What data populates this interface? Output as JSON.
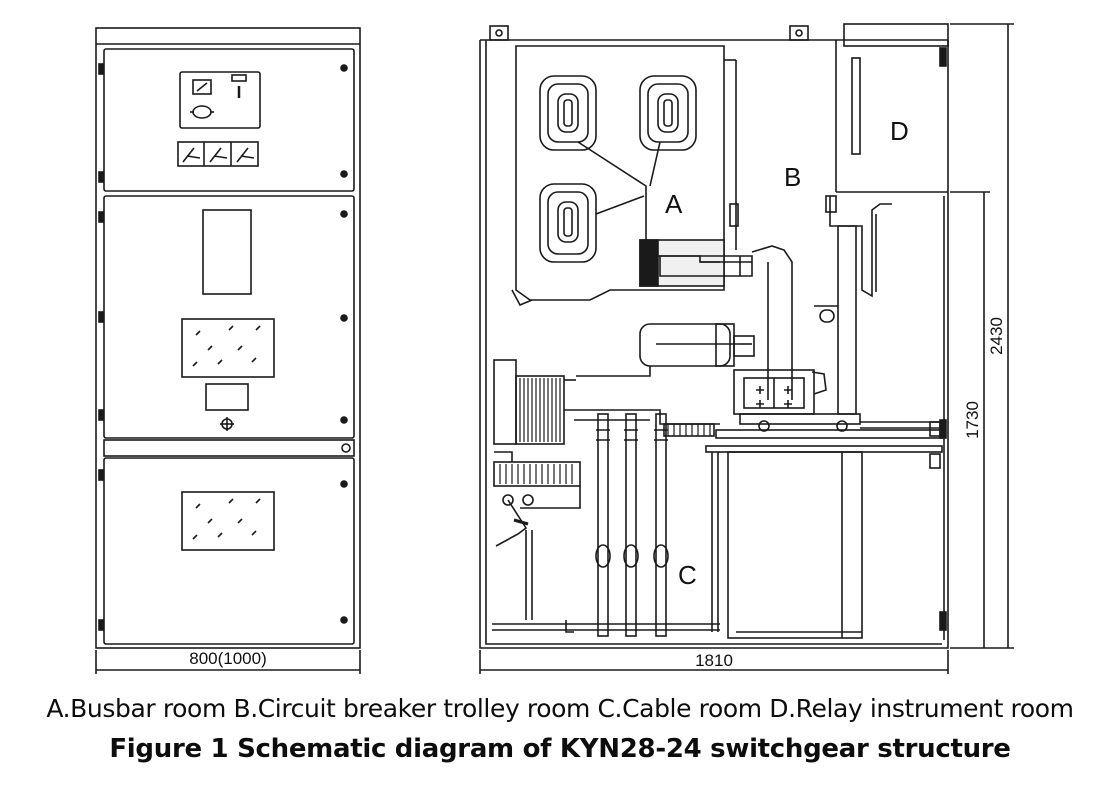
{
  "dimensions": {
    "front_width": "800(1000)",
    "side_depth": "1810",
    "total_height": "2430",
    "partial_height": "1730"
  },
  "room_labels": {
    "A": "A",
    "B": "B",
    "C": "C",
    "D": "D"
  },
  "caption": {
    "legend": "A.Busbar room  B.Circuit breaker trolley room  C.Cable room  D.Relay instrument room",
    "title": "Figure 1 Schematic diagram of KYN28-24 switchgear structure"
  },
  "colors": {
    "line": "#1a1a1a",
    "background": "#ffffff"
  }
}
